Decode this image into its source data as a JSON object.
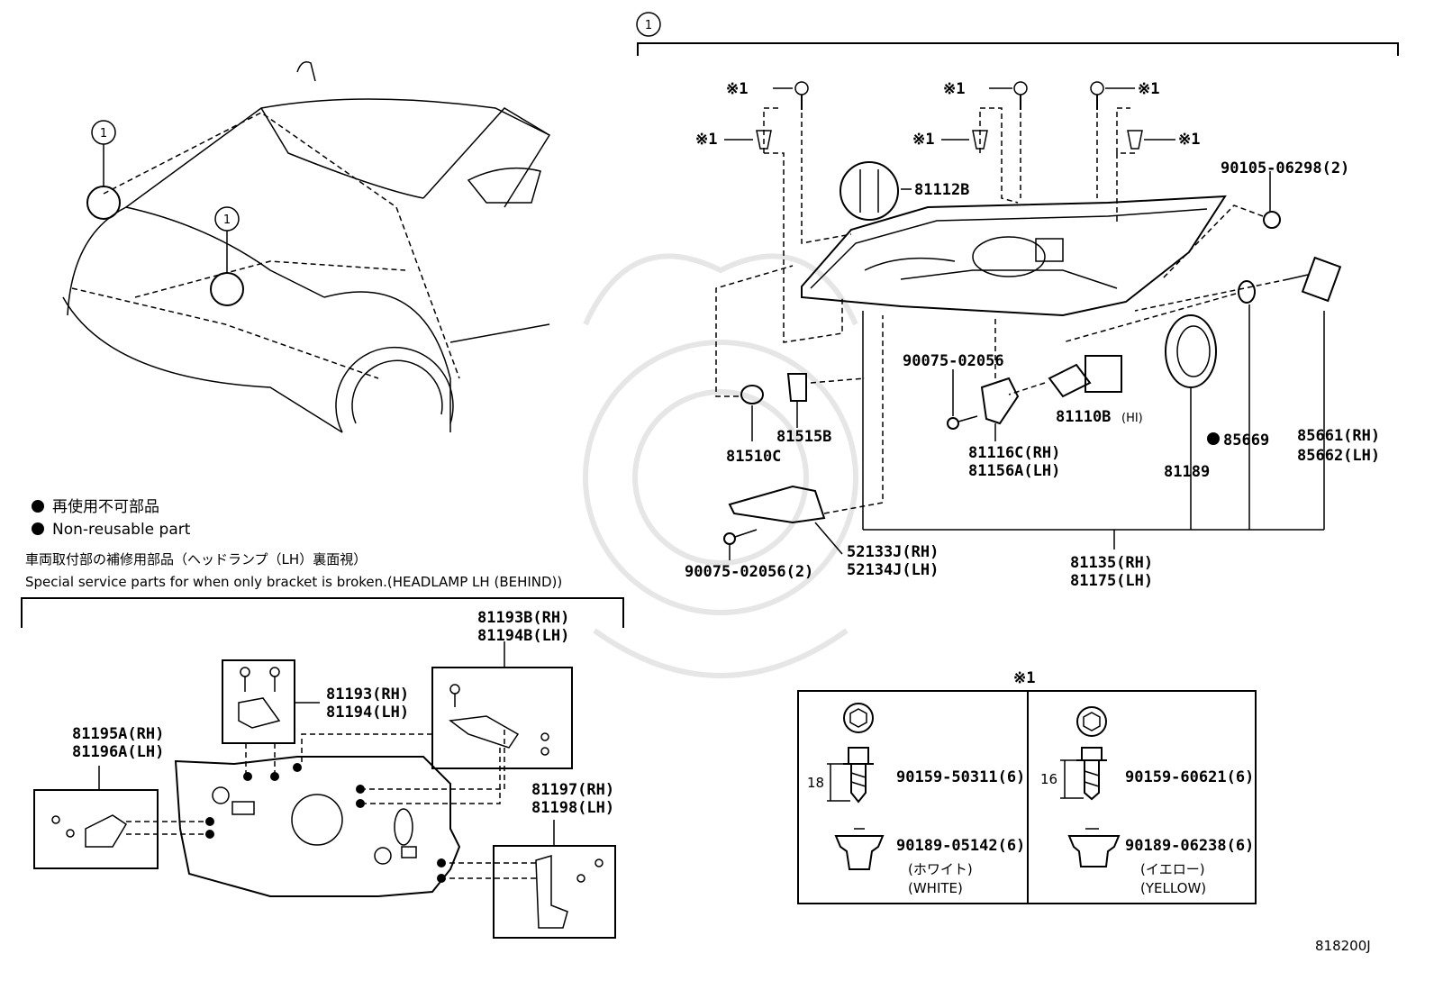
{
  "callout": "1",
  "note_mark": "※1",
  "legend": {
    "jp": "再使用不可部品",
    "en": "Non-reusable part"
  },
  "service_note": {
    "jp": "車両取付部の補修用部品（ヘッドランプ（LH）裏面視）",
    "en": "Special service parts for when only bracket is broken.(HEADLAMP LH (BEHIND))"
  },
  "parts": {
    "p81112B": "81112B",
    "p90105": "90105-06298(2)",
    "p90075a": "90075-02056",
    "p81110B": "81110B",
    "p81110B_sub": "(HI)",
    "p81515B": "81515B",
    "p81510C": "81510C",
    "p81116C": "81116C(RH)",
    "p81156A": "81156A(LH)",
    "p85669": "85669",
    "p81189": "81189",
    "p85661": "85661(RH)",
    "p85662": "85662(LH)",
    "p52133": "52133J(RH)",
    "p52134": "52134J(LH)",
    "p90075b": "90075-02056(2)",
    "p81135": "81135(RH)",
    "p81175": "81175(LH)",
    "p81193B": "81193B(RH)",
    "p81194B": "81194B(LH)",
    "p81193": "81193(RH)",
    "p81194": "81194(LH)",
    "p81195A": "81195A(RH)",
    "p81196A": "81196A(LH)",
    "p81197": "81197(RH)",
    "p81198": "81198(LH)"
  },
  "fastener_table": {
    "dim1": "18",
    "dim2": "16",
    "bolt1": "90159-50311(6)",
    "bolt2": "90159-60621(6)",
    "clip1": "90189-05142(6)",
    "clip2": "90189-06238(6)",
    "clip1_jp": "(ホワイト)",
    "clip1_en": "(WHITE)",
    "clip2_jp": "(イエロー)",
    "clip2_en": "(YELLOW)"
  },
  "diagram_id": "818200J"
}
